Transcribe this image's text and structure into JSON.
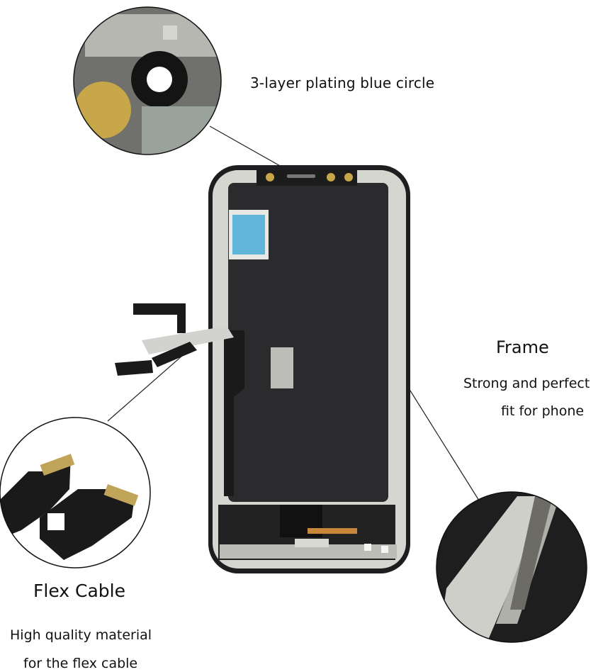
{
  "callouts": {
    "top_circle": {
      "caption": "3-layer plating blue circle"
    },
    "frame": {
      "title": "Frame",
      "line1": "Strong and perfect",
      "line2": "fit for phone"
    },
    "flex_cable": {
      "title": "Flex Cable",
      "line1": "High quality material",
      "line2": "for the flex cable"
    }
  },
  "colors": {
    "screen_back": "#2b2b2e",
    "frame_metal": "#c9c9c4",
    "flex_black": "#1a1a1a",
    "blue_sticker": "#5fb6da",
    "gold_pad": "#c8a64a"
  }
}
